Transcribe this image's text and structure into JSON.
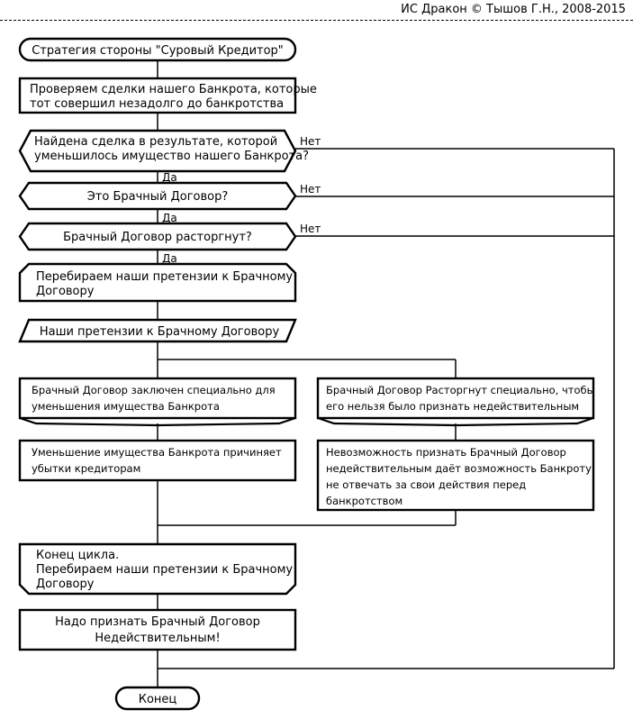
{
  "header": {
    "copyright": "ИС Дракон © Тышов Г.Н., 2008-2015"
  },
  "diagram": {
    "type": "drakon-flowchart",
    "title": "Стратегия стороны \"Суровый Кредитор\"",
    "nodes": {
      "start": {
        "shape": "terminator",
        "text": "Стратегия стороны \"Суровый Кредитор\""
      },
      "action1": {
        "shape": "action",
        "line1": "Проверяем сделки нашего Банкрота, которые",
        "line2": "тот совершил незадолго до банкротства"
      },
      "question1": {
        "shape": "decision",
        "line1": "Найдена сделка в результате, которой",
        "line2": "уменьшилось имущество нашего Банкрота?",
        "yes": "Да",
        "no": "Нет"
      },
      "question2": {
        "shape": "decision",
        "text": "Это Брачный Договор?",
        "yes": "Да",
        "no": "Нет"
      },
      "question3": {
        "shape": "decision",
        "text": "Брачный Договор расторгнут?",
        "yes": "Да",
        "no": "Нет"
      },
      "loop_start": {
        "shape": "loop-begin",
        "line1": "Перебираем наши претензии к Брачному",
        "line2": "Договору"
      },
      "io": {
        "shape": "parallelogram",
        "text": "Наши претензии к Брачному Договору"
      },
      "branch_left_1": {
        "shape": "shelf",
        "line1": "Брачный Договор заключен специально для",
        "line2": "уменьшения имущества Банкрота"
      },
      "branch_right_1": {
        "shape": "shelf",
        "line1": "Брачный Договор Расторгнут специально, чтобы",
        "line2": "его нельзя было признать недействительным"
      },
      "branch_left_2": {
        "shape": "action",
        "line1": "Уменьшение имущества Банкрота причиняет",
        "line2": "убытки кредиторам"
      },
      "branch_right_2": {
        "shape": "action",
        "line1": "Невозможность признать Брачный Договор",
        "line2": "недействительным даёт возможность Банкроту",
        "line3": "не отвечать за свои действия перед",
        "line4": "банкротством"
      },
      "loop_end": {
        "shape": "loop-end",
        "line1": "Конец цикла.",
        "line2": "Перебираем наши претензии к Брачному",
        "line3": "Договору"
      },
      "action_final": {
        "shape": "action",
        "line1": "Надо признать Брачный Договор",
        "line2": "Недействительным!"
      },
      "end": {
        "shape": "terminator",
        "text": "Конец"
      }
    },
    "colors": {
      "line": "#000000",
      "fill": "#ffffff",
      "text": "#000000"
    }
  }
}
